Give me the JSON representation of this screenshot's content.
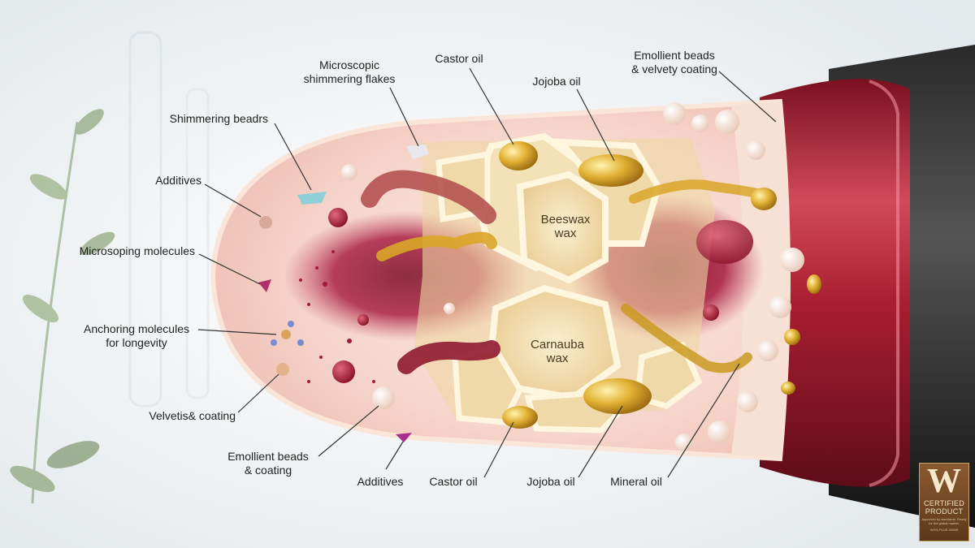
{
  "labels": {
    "microscopic_flakes": "Microscopic\nshimmering flakes",
    "castor_oil_top": "Castor oil",
    "jojoba_oil_top": "Jojoba oil",
    "emollient_velvety": "Emollient beads\n& velvety coating",
    "shimmering_beads": "Shimmering beadrs",
    "additives_left": "Additives",
    "microsoping_molecules": "Microsoping molecules",
    "anchoring_molecules": "Anchoring molecules\nfor longevity",
    "velvetis_coating": "Velvetis& coating",
    "emollient_beads_coating": "Emollient beads\n& coating",
    "additives_bottom": "Additives",
    "castor_oil_bottom": "Castor oil",
    "jojoba_oil_bottom": "Jojoba oil",
    "mineral_oil": "Mineral oil",
    "beeswax": "Beeswax\nwax",
    "carnauba": "Carnauba\nwax"
  },
  "badge": {
    "letter": "W",
    "line1": "CERTIFIED",
    "line2": "PRODUCT",
    "line3": "Approved by standards. Ready for the global market.",
    "line4": "WSSI PLUS 3009R"
  },
  "colors": {
    "lipstick_red": "#b8283a",
    "wax": "#f1ddb0",
    "oil_gold": "#d9a628",
    "pigment": "#a01c3c"
  }
}
